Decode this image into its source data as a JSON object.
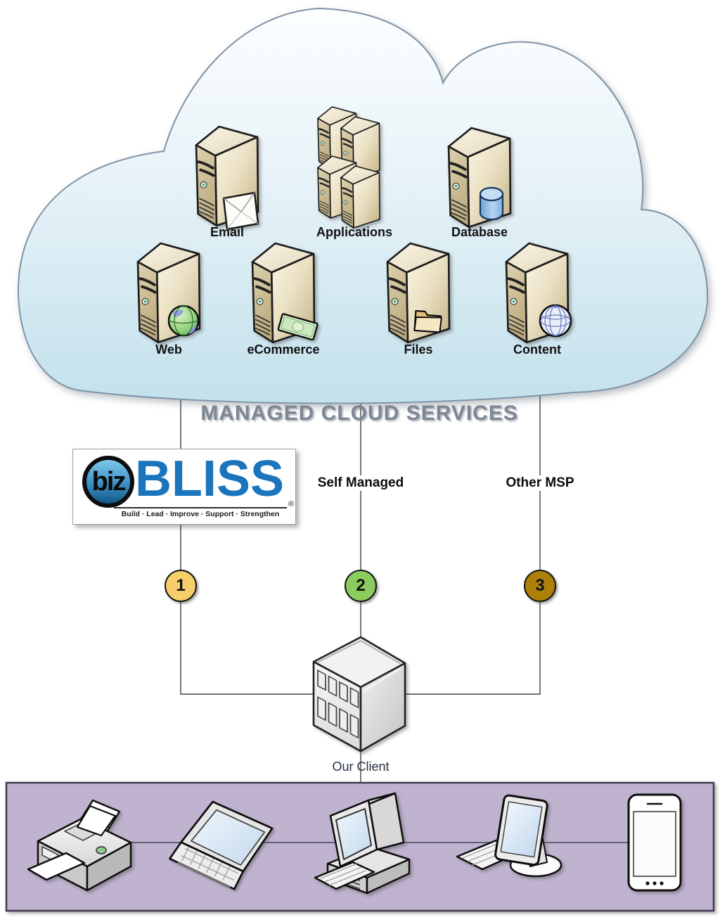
{
  "title": "MANAGED CLOUD SERVICES",
  "cloud_services": [
    {
      "label": "Email",
      "icon": "server-envelope-icon"
    },
    {
      "label": "Applications",
      "icon": "server-cluster-icon"
    },
    {
      "label": "Database",
      "icon": "server-database-cylinder-icon"
    },
    {
      "label": "Web",
      "icon": "server-globe-icon"
    },
    {
      "label": "eCommerce",
      "icon": "server-banknote-icon"
    },
    {
      "label": "Files",
      "icon": "server-folder-icon"
    },
    {
      "label": "Content",
      "icon": "server-wireframe-globe-icon"
    }
  ],
  "connections": [
    {
      "badge": "1",
      "label": ""
    },
    {
      "badge": "2",
      "label": "Self Managed"
    },
    {
      "badge": "3",
      "label": "Other MSP"
    }
  ],
  "logo": {
    "biz": "biz",
    "bliss": "BLISS",
    "tagline": "Build · Lead · Improve · Support · Strengthen",
    "registered": "®"
  },
  "client": {
    "label": "Our Client"
  },
  "device_icons": [
    "printer-icon",
    "laptop-icon",
    "desktop-computer-icon",
    "monitor-keyboard-icon",
    "smartphone-icon"
  ],
  "colors": {
    "badge_1": "#F6CF6B",
    "badge_2": "#8CCB5E",
    "badge_3": "#AD8109",
    "cloud_top": "#FCFEFF",
    "cloud_bottom": "#C3E1EC",
    "cloud_border": "#7F93A8",
    "band_fill": "#BFB3CF",
    "band_border": "#3F3A50",
    "title_color": "#7E8795",
    "logo_blue": "#1B75BC",
    "server_beige": "#D9CCA8"
  }
}
